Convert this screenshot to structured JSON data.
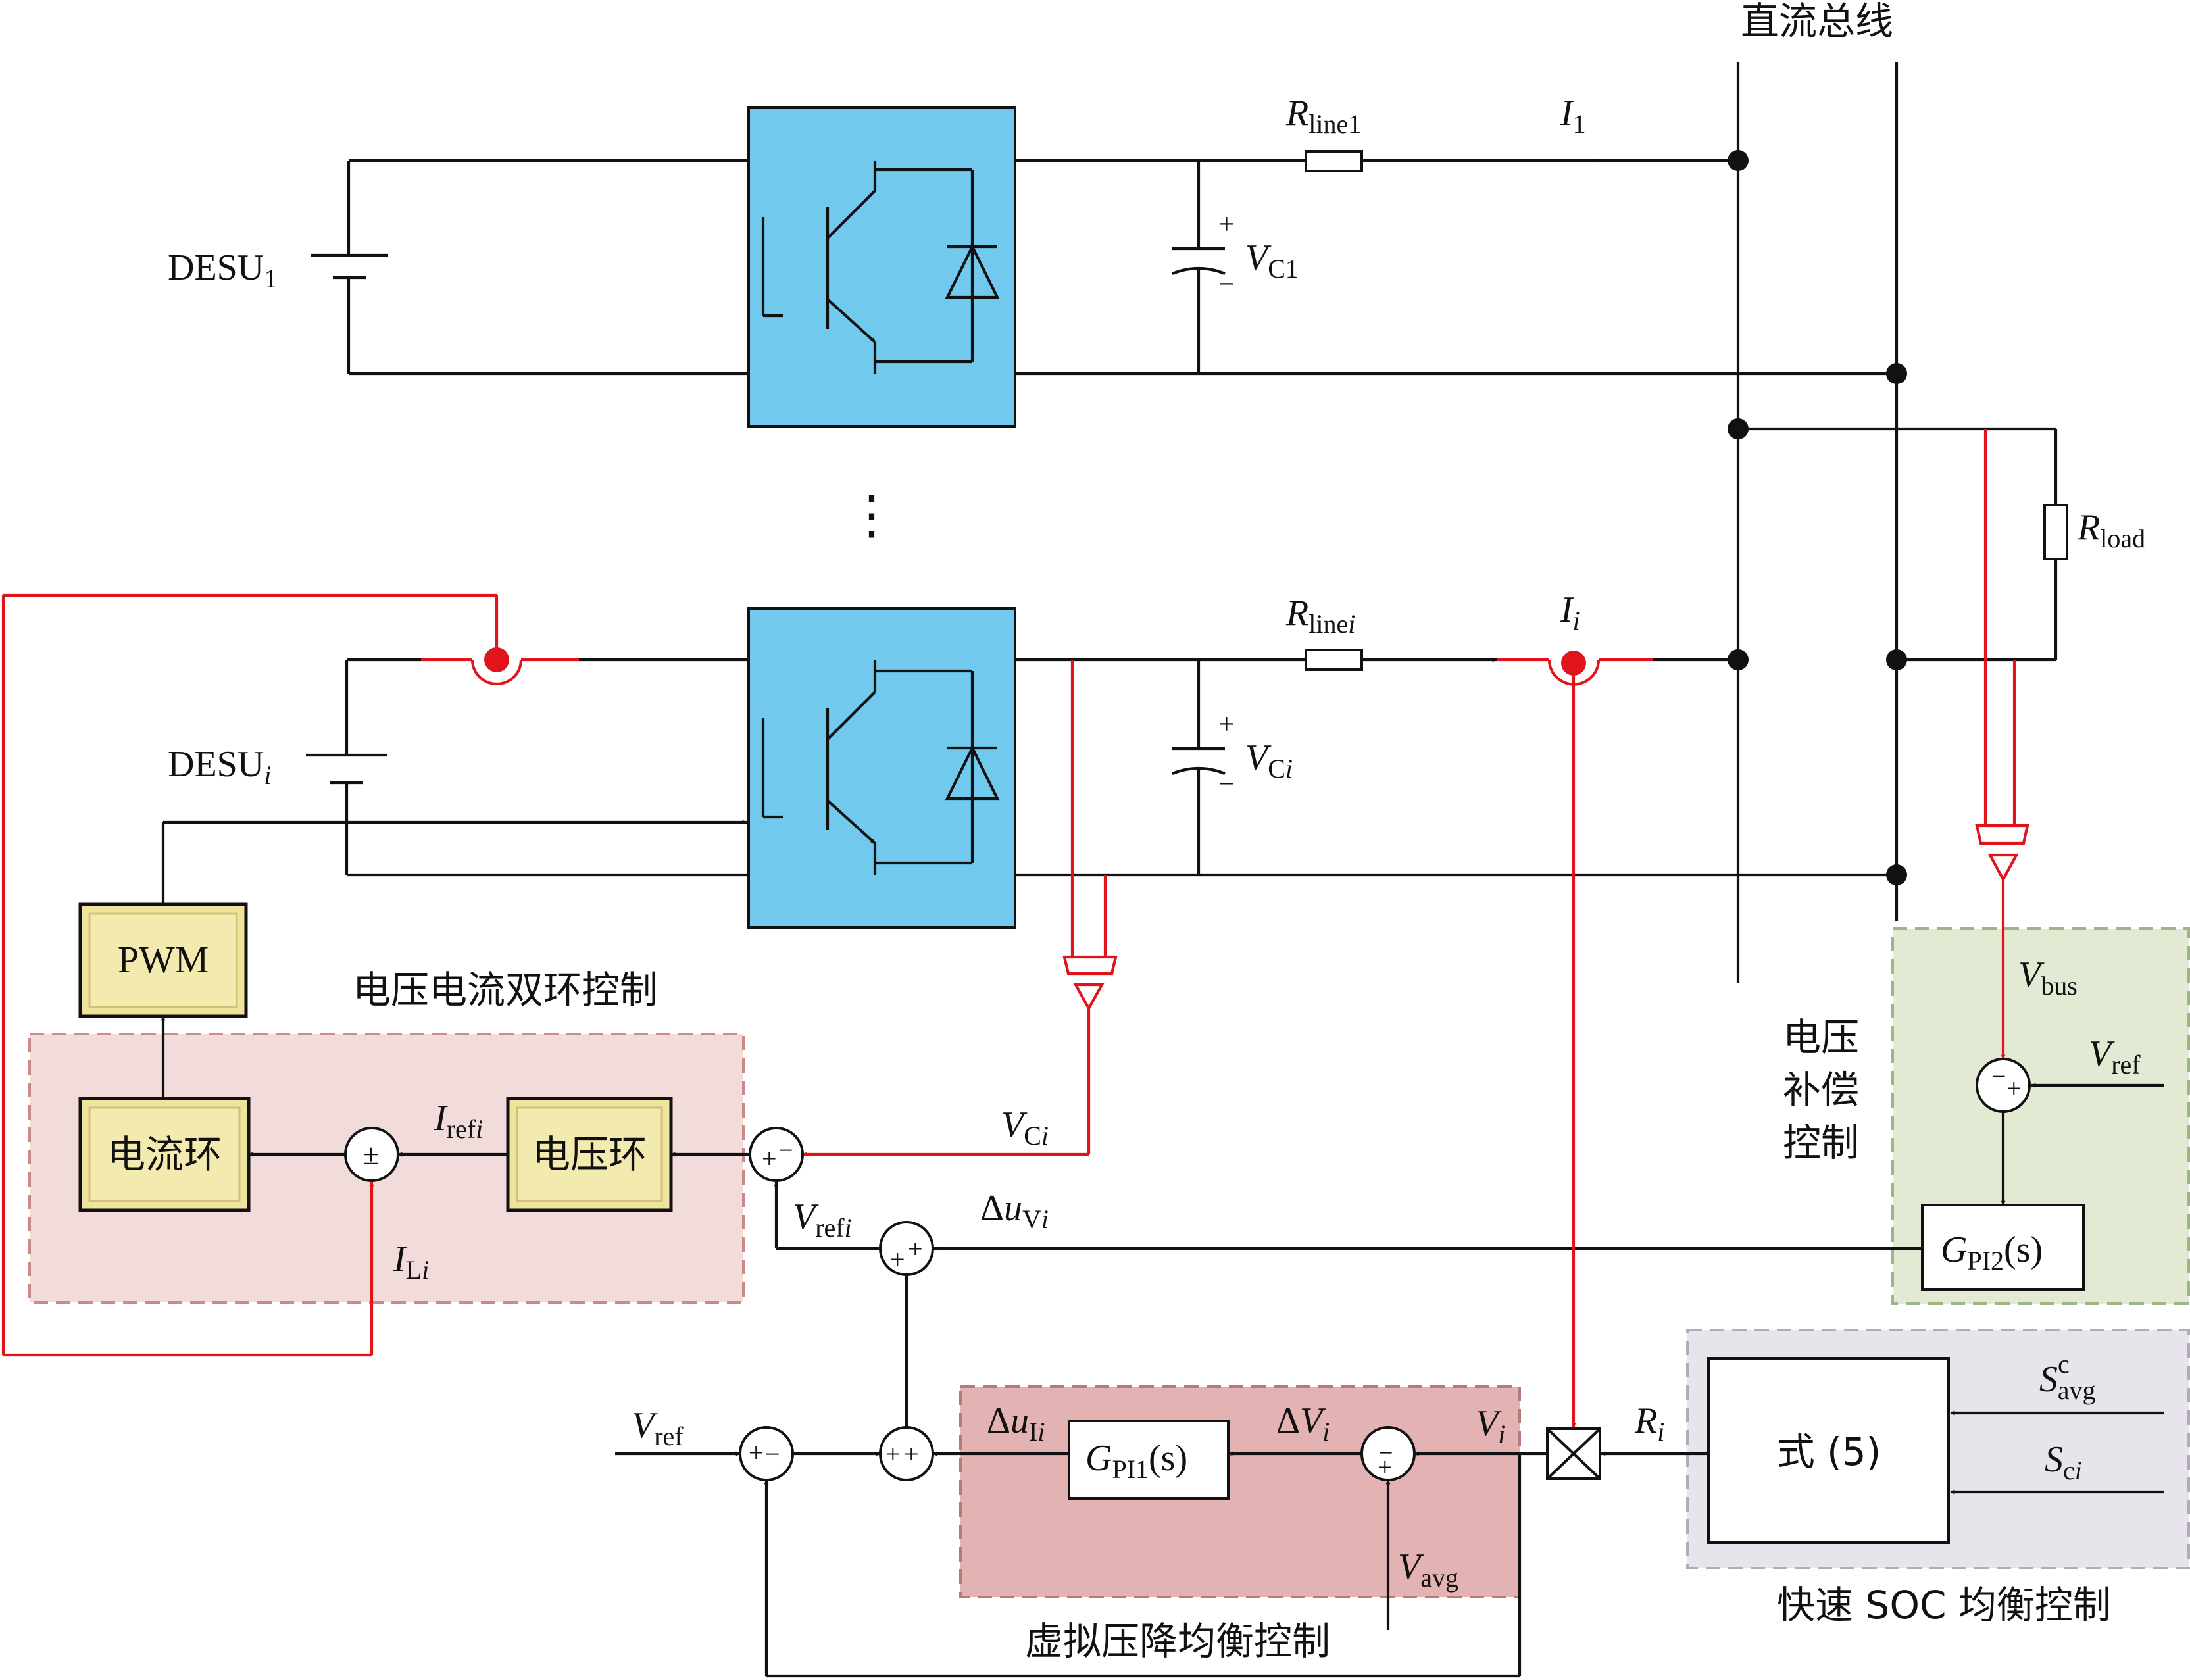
{
  "colors": {
    "converter_fill": "#72c9ee",
    "signal_red": "#e0141b",
    "wire": "#111111",
    "block_gold": "#eee49c",
    "region_dual_loop": "#f1dcdb",
    "region_virtual_drop": "#e3b2b2",
    "region_voltage_comp": "#e2ead4",
    "region_fast_soc": "#e7e4ec"
  },
  "bus": {
    "label": "直流总线"
  },
  "desu": [
    {
      "name": "DESU",
      "sub": "1"
    },
    {
      "name": "DESU",
      "sub": "i"
    }
  ],
  "resistors": {
    "line1": {
      "base": "R",
      "sub": "line1"
    },
    "linei": {
      "base": "R",
      "sub": "line",
      "sub_italic": "i"
    },
    "load": {
      "base": "R",
      "sub": "load"
    }
  },
  "currents": {
    "i1": {
      "base": "I",
      "sub": "1"
    },
    "ii": {
      "base": "I",
      "sub": "i"
    }
  },
  "capacitors": {
    "c1": {
      "base": "V",
      "sub": "C1",
      "plus": "+",
      "minus": "−"
    },
    "ci": {
      "base": "V",
      "sub": "C",
      "sub_italic": "i",
      "plus": "+",
      "minus": "−"
    }
  },
  "ellipsis": "⋮",
  "blocks": {
    "pwm": "PWM",
    "current_loop": "电流环",
    "voltage_loop": "电压环",
    "gpi1": {
      "base": "G",
      "sub": "PI1",
      "arg": "(s)"
    },
    "gpi2": {
      "base": "G",
      "sub": "PI2",
      "arg": "(s)"
    },
    "eq5": "式 (5)"
  },
  "regions": {
    "dual_loop": "电压电流双环控制",
    "virtual_drop": "虚拟压降均衡控制",
    "voltage_comp": [
      "电压",
      "补偿",
      "控制"
    ],
    "fast_soc": "快速 SOC 均衡控制"
  },
  "signals": {
    "vci": {
      "base": "V",
      "sub": "C",
      "sub_italic": "i"
    },
    "vrefi": {
      "base": "V",
      "sub": "ref",
      "sub_italic": "i"
    },
    "irefi": {
      "base": "I",
      "sub": "ref",
      "sub_italic": "i"
    },
    "ili": {
      "base": "I",
      "sub": "L",
      "sub_italic": "i"
    },
    "duvi": {
      "pre": "Δ",
      "base": "u",
      "sub": "V",
      "sub_italic": "i"
    },
    "duii": {
      "pre": "Δ",
      "base": "u",
      "sub": "I",
      "sub_italic": "i"
    },
    "dvi": {
      "pre": "Δ",
      "base": "V",
      "sub_italic": "i"
    },
    "vi": {
      "base": "V",
      "sub_italic": "i"
    },
    "ri": {
      "base": "R",
      "sub_italic": "i"
    },
    "vref_bottom": {
      "base": "V",
      "sub": "ref"
    },
    "vref_right": {
      "base": "V",
      "sub": "ref"
    },
    "vavg": {
      "base": "V",
      "sub": "avg"
    },
    "vbus": {
      "base": "V",
      "sub": "bus"
    },
    "savgc": {
      "base": "S",
      "sup": "c",
      "sub": "avg"
    },
    "sci": {
      "base": "S",
      "sub": "c",
      "sub_italic": "i"
    }
  },
  "summers": {
    "sum_current": {
      "a": "±",
      "b": ""
    },
    "sum_voltage": {
      "a": "+",
      "b": "−"
    },
    "sum_vrefi": {
      "a": "+",
      "b": "+"
    },
    "sum_left": {
      "a": "+",
      "b": "−"
    },
    "sum_mid": {
      "a": "+",
      "b": "+"
    },
    "sum_dvi": {
      "a": "−",
      "b": "+"
    },
    "sum_comp": {
      "a": "−",
      "b": "+"
    }
  }
}
